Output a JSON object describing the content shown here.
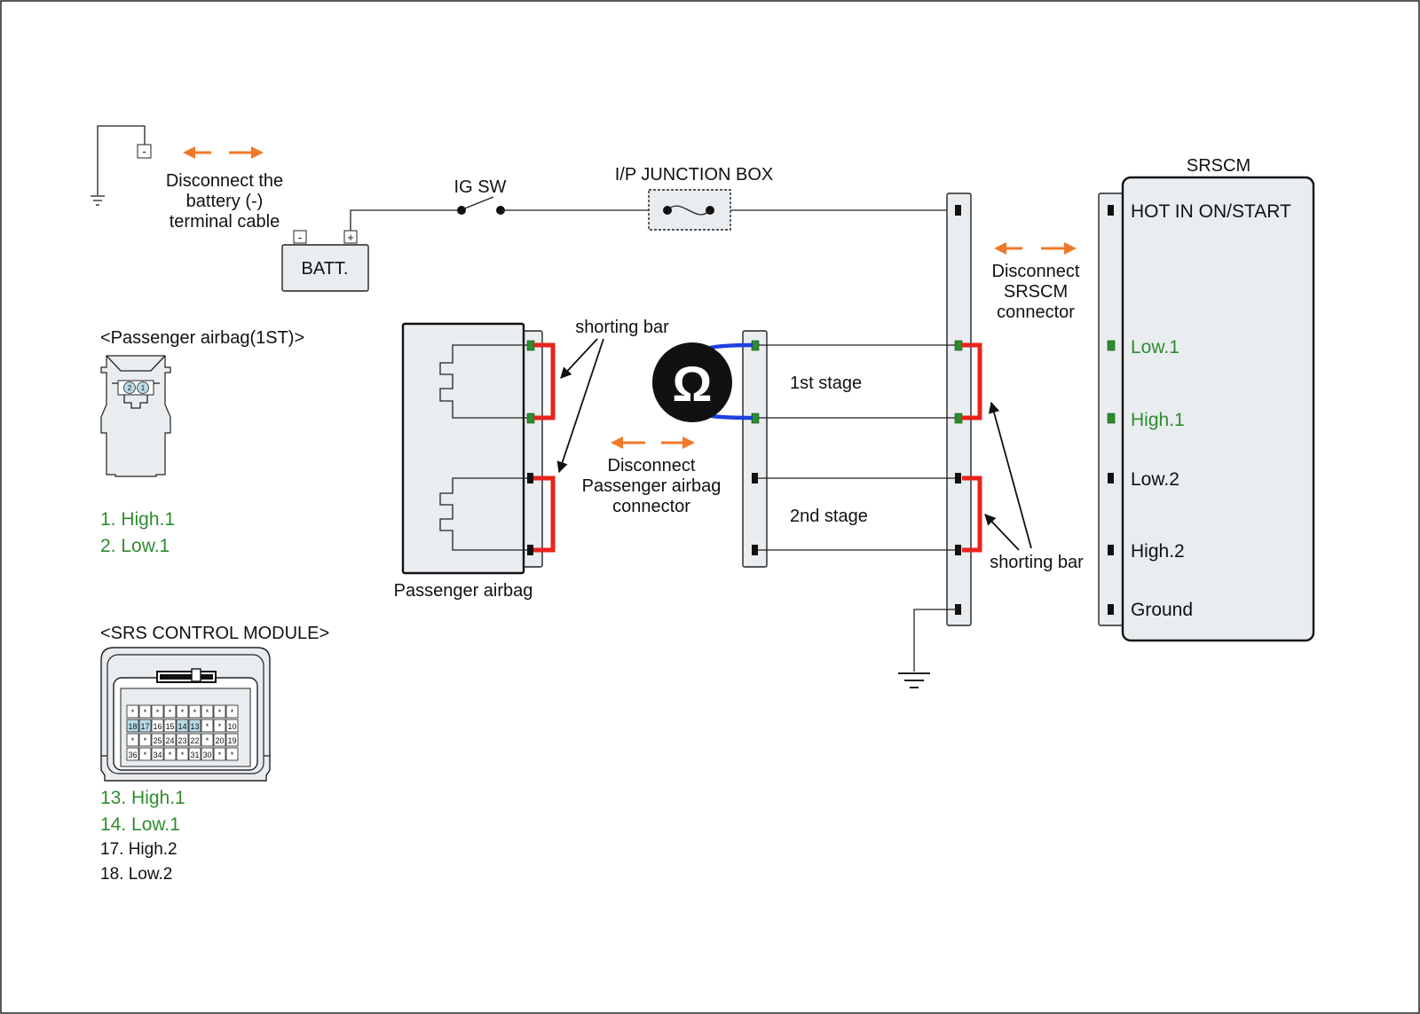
{
  "battery_note": [
    "Disconnect the",
    "battery (-)",
    "terminal cable"
  ],
  "ig_sw": "IG SW",
  "junction_box": "I/P JUNCTION BOX",
  "batt": "BATT.",
  "batt_minus": "-",
  "batt_plus": "+",
  "terminal_minus": "-",
  "srscm_title": "SRSCM",
  "srscm_pins": [
    {
      "label": "HOT IN ON/START",
      "highlight": false
    },
    {
      "label": "Low.1",
      "highlight": true
    },
    {
      "label": "High.1",
      "highlight": true
    },
    {
      "label": "Low.2",
      "highlight": false
    },
    {
      "label": "High.2",
      "highlight": false
    },
    {
      "label": "Ground",
      "highlight": false
    }
  ],
  "srscm_note": [
    "Disconnect",
    "SRSCM",
    "connector"
  ],
  "shorting_bar": "shorting bar",
  "stage1": "1st stage",
  "stage2": "2nd stage",
  "airbag_note": [
    "Disconnect",
    "Passenger airbag",
    "connector"
  ],
  "passenger_airbag": "Passenger airbag",
  "ohm_symbol": "Ω",
  "passenger_connector": {
    "title": "<Passenger airbag(1ST)>",
    "pins": [
      "2",
      "1"
    ],
    "legend": [
      "1. High.1",
      "2. Low.1"
    ]
  },
  "srs_module": {
    "title": "<SRS CONTROL MODULE>",
    "grid": [
      [
        "*",
        "*",
        "*",
        "*",
        "*",
        "*",
        "*",
        "*",
        "*"
      ],
      [
        "18",
        "17",
        "16",
        "15",
        "14",
        "13",
        "*",
        "*",
        "10"
      ],
      [
        "*",
        "*",
        "25",
        "24",
        "23",
        "22",
        "*",
        "20",
        "19"
      ],
      [
        "36",
        "*",
        "34",
        "*",
        "*",
        "31",
        "30",
        "*",
        "*"
      ]
    ],
    "highlighted": [
      "18",
      "17",
      "14",
      "13"
    ],
    "legend": [
      {
        "text": "13. High.1",
        "highlight": true
      },
      {
        "text": "14. Low.1",
        "highlight": true
      },
      {
        "text": "17. High.2",
        "highlight": false
      },
      {
        "text": "18. Low.2",
        "highlight": false
      }
    ]
  },
  "colors": {
    "shorting_bar": "#e8231c",
    "probe_lead": "#1f3fe0",
    "disconnect_arrow": "#f07828",
    "highlight_text": "#2e8b2e",
    "highlight_pin": "#b8dbe6"
  }
}
